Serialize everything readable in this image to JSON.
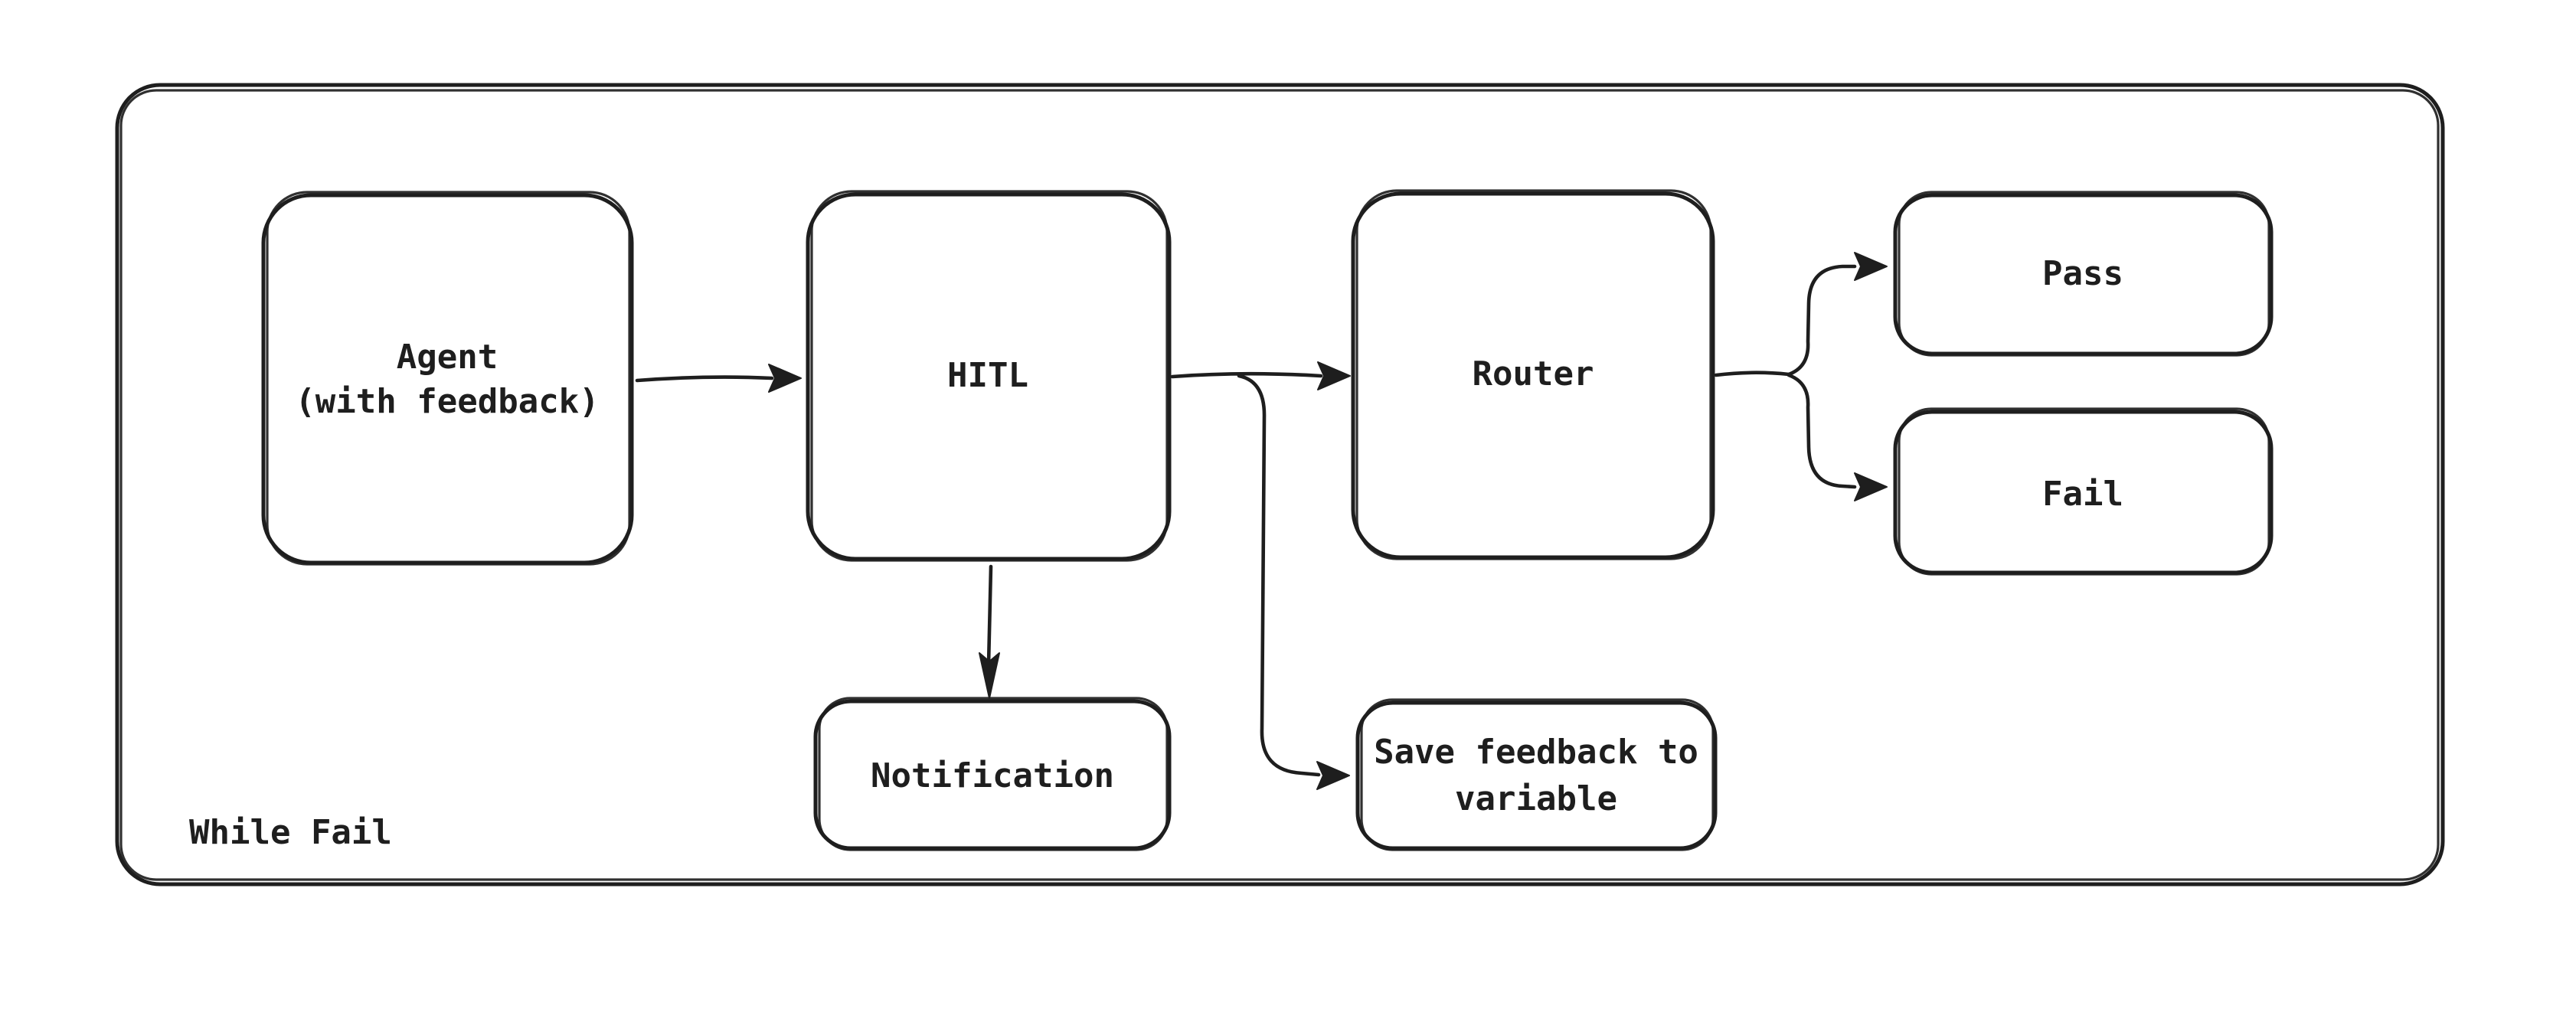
{
  "canvas": {
    "background": "#ffffff",
    "ink": "#1e1e1e"
  },
  "container": {
    "label": "While Fail"
  },
  "nodes": {
    "agent": {
      "lines": [
        "Agent",
        "(with feedback)"
      ]
    },
    "hitl": {
      "label": "HITL"
    },
    "router": {
      "label": "Router"
    },
    "pass": {
      "label": "Pass"
    },
    "fail": {
      "label": "Fail"
    },
    "notification": {
      "label": "Notification"
    },
    "save_feedback": {
      "lines": [
        "Save feedback to",
        "variable"
      ]
    }
  },
  "edges": [
    {
      "from": "Agent (with feedback)",
      "to": "HITL"
    },
    {
      "from": "HITL",
      "to": "Router"
    },
    {
      "from": "HITL",
      "to": "Notification"
    },
    {
      "from": "HITL",
      "to": "Save feedback to variable"
    },
    {
      "from": "Router",
      "to": "Pass"
    },
    {
      "from": "Router",
      "to": "Fail"
    }
  ]
}
